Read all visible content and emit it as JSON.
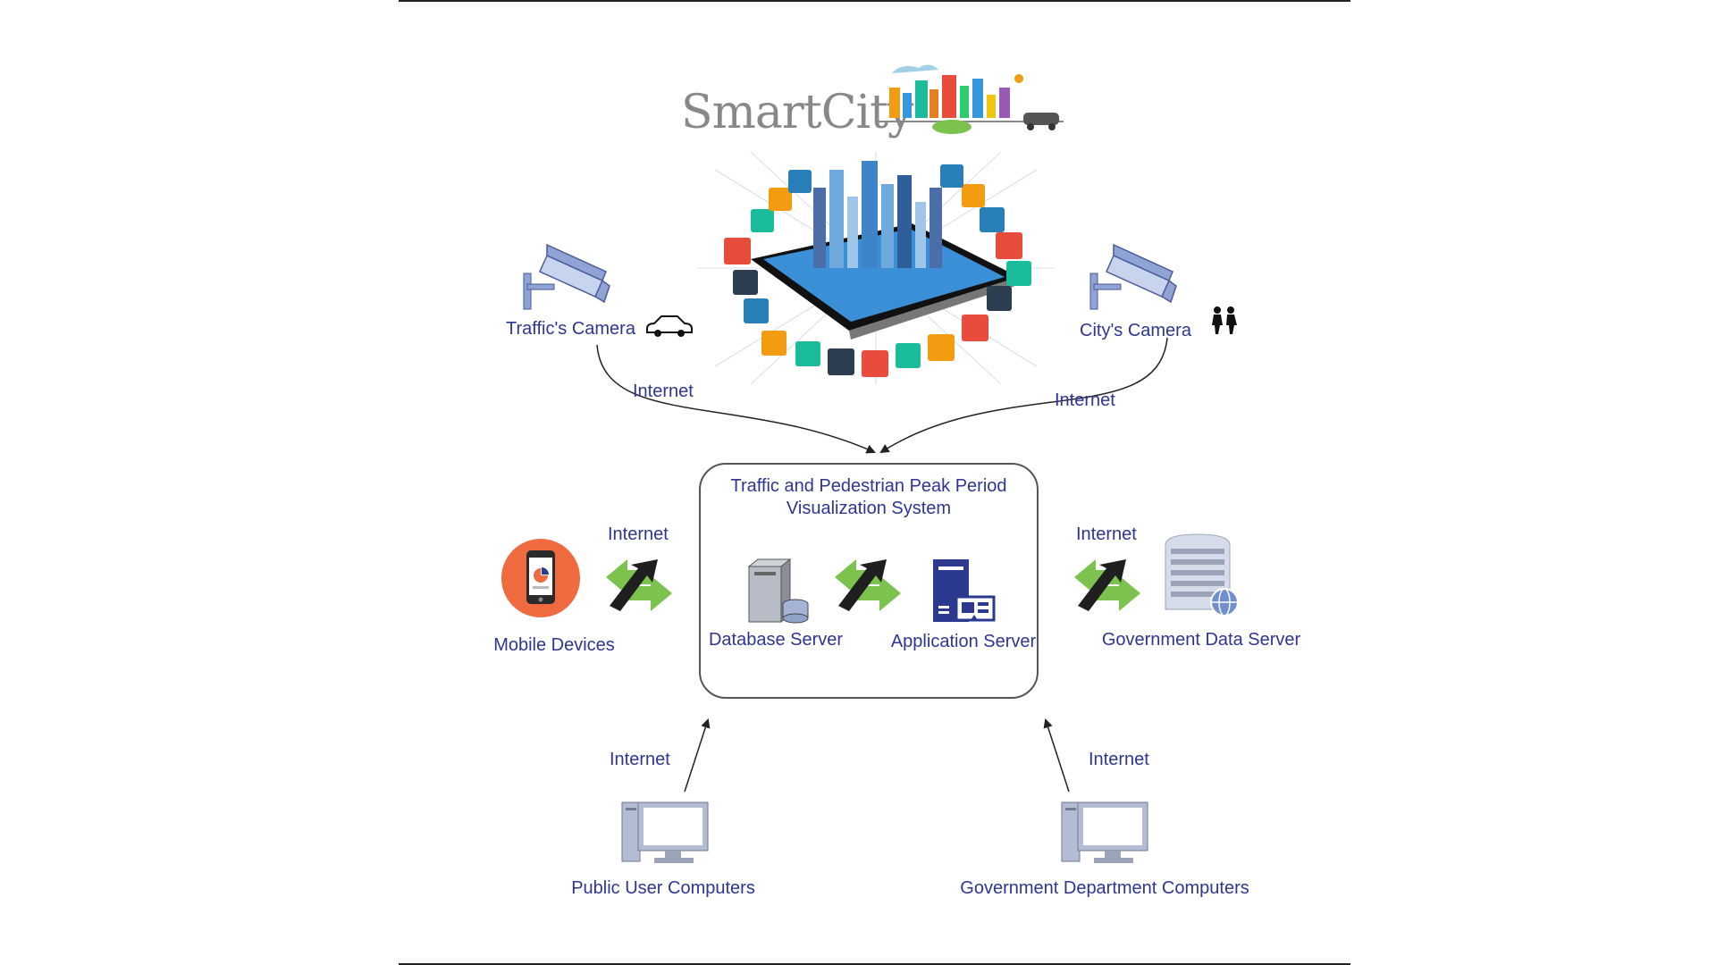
{
  "logo": {
    "text": "SmartCity"
  },
  "nodes": {
    "traffic_camera": "Traffic's Camera",
    "city_camera": "City's Camera",
    "system_title_line1": "Traffic and Pedestrian Peak Period",
    "system_title_line2": "Visualization System",
    "database_server": "Database Server",
    "application_server": "Application Server",
    "mobile_devices": "Mobile Devices",
    "government_data_server": "Government Data Server",
    "public_user_computers": "Public User Computers",
    "government_department_computers": "Government Department Computers"
  },
  "edges": {
    "internet_traffic_camera": "Internet",
    "internet_city_camera": "Internet",
    "internet_mobile": "Internet",
    "internet_gov_data": "Internet",
    "internet_public": "Internet",
    "internet_gov_dept": "Internet"
  },
  "colors": {
    "label": "#2f3592",
    "sync_green": "#7cc24e",
    "sync_dark": "#1f1f1f",
    "mobile_orange": "#ef6a3f",
    "camera_blue": "#8fa3d4",
    "server_navy": "#2b3a8f"
  },
  "icons": [
    "smartcity-logo",
    "smartcity-tablet-illustration",
    "cctv-camera-icon",
    "car-icon",
    "pedestrians-icon",
    "mobile-phone-icon",
    "sync-arrows-icon",
    "database-server-icon",
    "application-server-icon",
    "data-server-globe-icon",
    "desktop-computer-icon"
  ]
}
